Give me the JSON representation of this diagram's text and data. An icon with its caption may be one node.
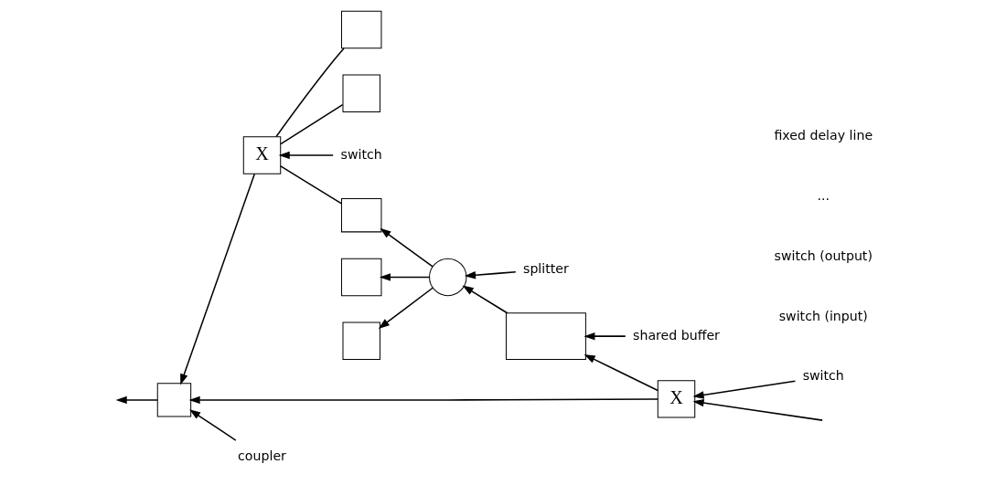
{
  "diagram": {
    "nodes": [
      {
        "text": [],
        "shape": "box"
      },
      {
        "text": [
          "X"
        ]
      },
      {
        "text": [
          "switch"
        ]
      },
      {
        "text": [
          "coupler"
        ]
      },
      {
        "text": [
          "splitter"
        ]
      },
      {
        "text": [
          "shared buffer"
        ]
      },
      {
        "text": [],
        "shape": "box"
      },
      {
        "text": [],
        "shape": "circle"
      },
      {
        "text": [],
        "shape": "box"
      },
      {
        "text": [
          "X"
        ]
      },
      {
        "text": [],
        "shape": "box"
      },
      {
        "text": [],
        "shape": "box"
      },
      {
        "text": [],
        "shape": "box"
      },
      {
        "text": [],
        "shape": "box"
      },
      {
        "text": [
          "switch"
        ]
      }
    ],
    "edges": [
      {
        "from": null,
        "to": 1,
        "arrow": "to"
      },
      {
        "from": 1,
        "to": 0,
        "arrow": "to"
      },
      {
        "from": 0,
        "to": null,
        "arrow": "to"
      },
      {
        "from": 1,
        "to": 8,
        "arrow": "to"
      },
      {
        "from": 8,
        "to": 7,
        "arrow": "to"
      },
      {
        "from": 7,
        "to": 6,
        "arrow": "to"
      },
      {
        "from": 7,
        "to": 11,
        "arrow": "to"
      },
      {
        "from": 7,
        "to": 13,
        "arrow": "to"
      },
      {
        "from": 6,
        "to": 9,
        "arrow": "none"
      },
      {
        "from": 10,
        "to": 9,
        "arrow": "none"
      },
      {
        "from": 12,
        "to": 9,
        "arrow": "none"
      },
      {
        "from": 9,
        "to": 0,
        "arrow": "to"
      },
      {
        "from": 2,
        "to": 1,
        "arrow": "to"
      },
      {
        "from": 3,
        "to": 0,
        "arrow": "to"
      },
      {
        "from": 4,
        "to": 7,
        "arrow": "to"
      },
      {
        "from": 5,
        "to": 8,
        "arrow": "to"
      },
      {
        "from": 14,
        "to": 9,
        "arrow": "to"
      }
    ],
    "labels": [
      "switch (input)",
      "switch (output)",
      "...",
      "fixed delay line"
    ]
  }
}
